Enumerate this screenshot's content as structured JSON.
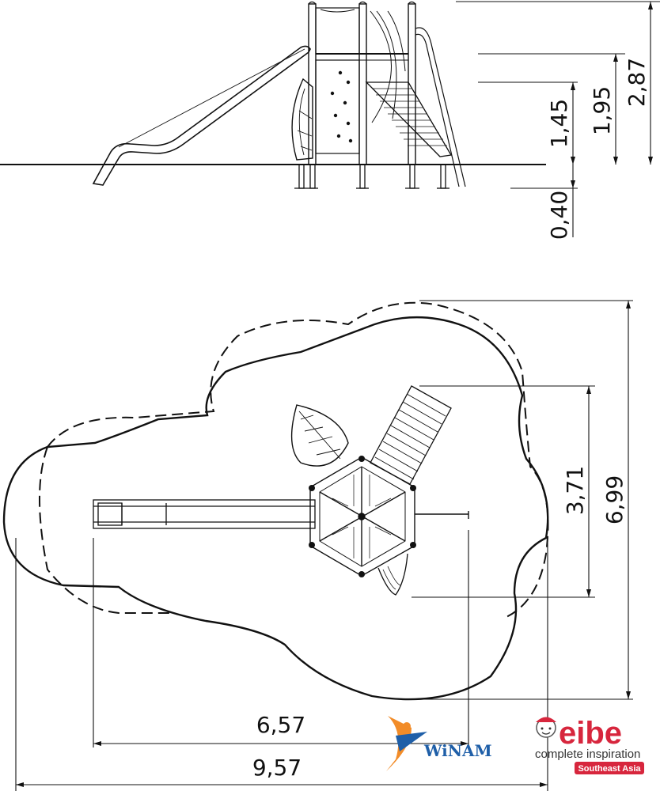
{
  "side_view": {
    "dims": {
      "total_height": "2,87",
      "deck_height": "1,95",
      "platform_height": "1,45",
      "foundation_depth": "0,40"
    }
  },
  "top_view": {
    "dims": {
      "width_total": "9,57",
      "width_structure": "6,57",
      "depth_total": "6,99",
      "depth_structure": "3,71"
    }
  },
  "logos": {
    "winam": {
      "name": "WINAM",
      "lettering": "WiNAM",
      "color": "#1f5fa8",
      "accent": "#f28c28"
    },
    "eibe": {
      "word": "eibe",
      "tagline": "complete inspiration",
      "region": "Southeast Asia",
      "color": "#d7263d"
    }
  }
}
